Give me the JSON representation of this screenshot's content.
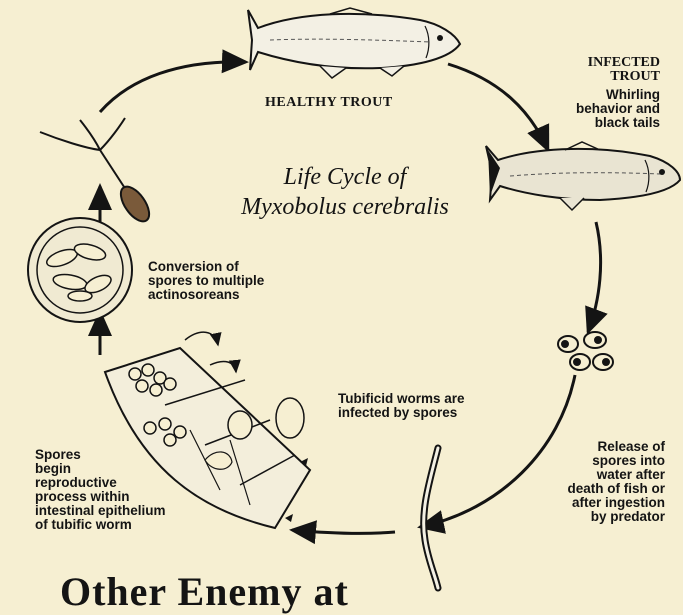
{
  "title_line1": "Life Cycle of",
  "title_line2": "Myxobolus cerebralis",
  "labels": {
    "healthy_trout": "HEALTHY TROUT",
    "infected_trout_line1": "INFECTED",
    "infected_trout_line2": "TROUT",
    "whirling_line1": "Whirling",
    "whirling_line2": "behavior and",
    "whirling_line3": "black tails",
    "conversion_line1": "Conversion of",
    "conversion_line2": "spores to multiple",
    "conversion_line3": "actinosoreans",
    "tubificid_line1": "Tubificid worms are",
    "tubificid_line2": "infected by spores",
    "release_line1": "Release of",
    "release_line2": "spores into",
    "release_line3": "water after",
    "release_line4": "death of fish or",
    "release_line5": "after ingestion",
    "release_line6": "by predator",
    "spores_line1": "Spores",
    "spores_line2": "begin",
    "spores_line3": "reproductive",
    "spores_line4": "process within",
    "spores_line5": "intestinal epithelium",
    "spores_line6": "of tubific worm"
  },
  "bottom_text": "Other Enemy at",
  "colors": {
    "background": "#f6efd2",
    "ink": "#141414"
  }
}
